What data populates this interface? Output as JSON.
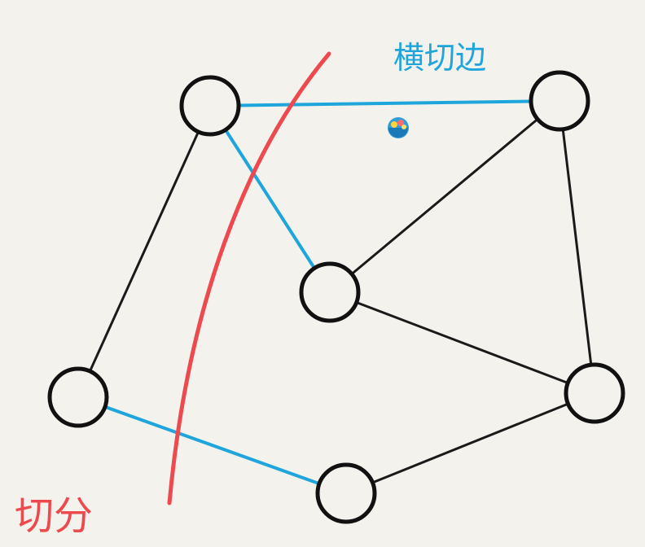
{
  "labels": {
    "crossing_edge": "横切边",
    "cut": "切分"
  },
  "colors": {
    "background": "#f4f2ec",
    "node_stroke": "#111111",
    "edge": "#1a1a1a",
    "crossing_edge": "#1ea6dc",
    "cut": "#ec4a4f",
    "crossing_label": "#1ea6dc",
    "cut_label": "#ec4a4f"
  },
  "graph": {
    "nodes": [
      {
        "id": "n1"
      },
      {
        "id": "n2"
      },
      {
        "id": "n3"
      },
      {
        "id": "n4"
      },
      {
        "id": "n5"
      },
      {
        "id": "n6"
      }
    ],
    "edges": [
      {
        "from": "n1",
        "to": "n2",
        "crossing": true
      },
      {
        "from": "n1",
        "to": "n3",
        "crossing": true
      },
      {
        "from": "n1",
        "to": "n4",
        "crossing": false
      },
      {
        "from": "n4",
        "to": "n6",
        "crossing": true
      },
      {
        "from": "n2",
        "to": "n3",
        "crossing": false
      },
      {
        "from": "n2",
        "to": "n5",
        "crossing": false
      },
      {
        "from": "n3",
        "to": "n5",
        "crossing": false
      },
      {
        "from": "n5",
        "to": "n6",
        "crossing": false
      }
    ]
  },
  "icons": {
    "badge": "colorful-bowl-icon"
  }
}
